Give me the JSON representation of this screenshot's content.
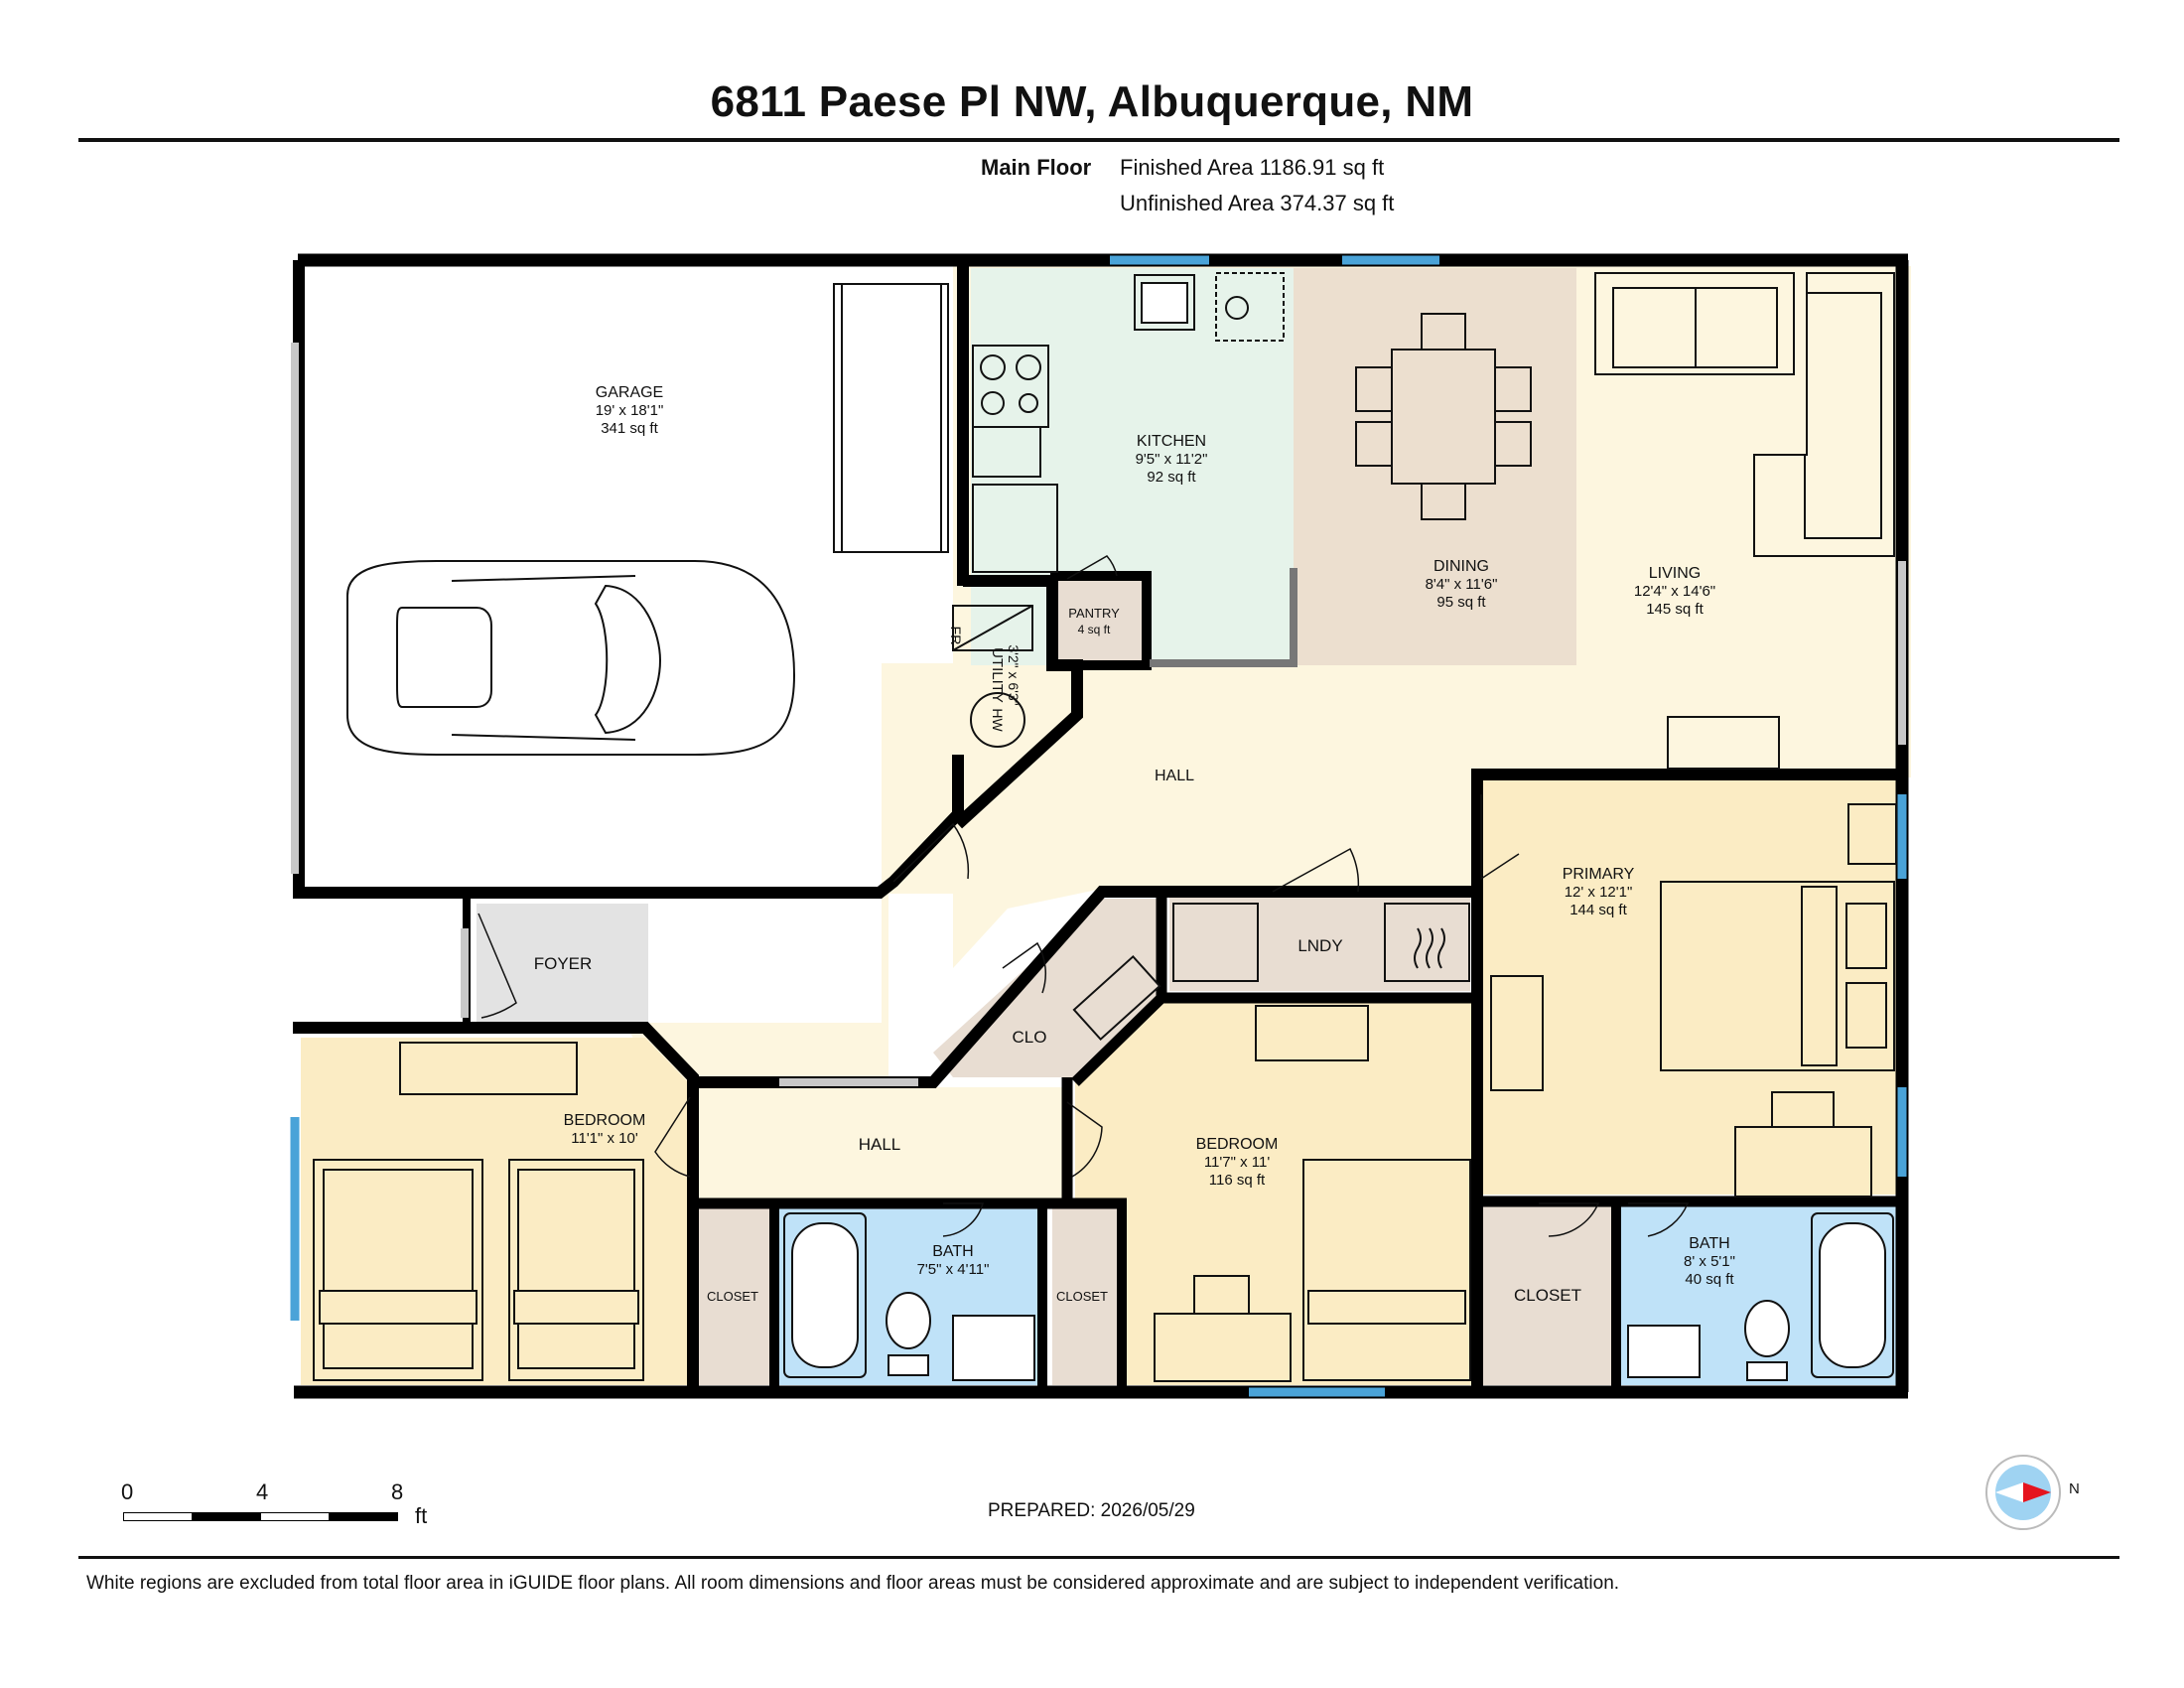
{
  "header": {
    "title": "6811 Paese Pl NW, Albuquerque, NM"
  },
  "area_summary": {
    "floor": "Main Floor",
    "finished": "Finished Area 1186.91 sq ft",
    "unfinished": "Unfinished Area 374.37 sq ft"
  },
  "rooms": {
    "garage": {
      "name": "GARAGE",
      "dims": "19' x 18'1\"",
      "area": "341 sq ft"
    },
    "kitchen": {
      "name": "KITCHEN",
      "dims": "9'5\" x 11'2\"",
      "area": "92 sq ft"
    },
    "dining": {
      "name": "DINING",
      "dims": "8'4\" x 11'6\"",
      "area": "95 sq ft"
    },
    "living": {
      "name": "LIVING",
      "dims": "12'4\" x 14'6\"",
      "area": "145 sq ft"
    },
    "pantry": {
      "name": "PANTRY",
      "area": "4 sq ft"
    },
    "utility": {
      "name": "UTILITY",
      "dims": "3'2\" x 6'3\""
    },
    "hall_main": {
      "name": "HALL"
    },
    "primary": {
      "name": "PRIMARY",
      "dims": "12' x 12'1\"",
      "area": "144 sq ft"
    },
    "foyer": {
      "name": "FOYER"
    },
    "lndy": {
      "name": "LNDY"
    },
    "clo": {
      "name": "CLO"
    },
    "bedroom_left": {
      "name": "BEDROOM",
      "dims": "11'1\" x 10'"
    },
    "hall_lower": {
      "name": "HALL"
    },
    "bedroom_mid": {
      "name": "BEDROOM",
      "dims": "11'7\" x 11'",
      "area": "116 sq ft"
    },
    "bath_left": {
      "name": "BATH",
      "dims": "7'5\" x 4'11\""
    },
    "bath_right": {
      "name": "BATH",
      "dims": "8' x 5'1\"",
      "area": "40 sq ft"
    },
    "closet_a": {
      "name": "CLOSET"
    },
    "closet_b": {
      "name": "CLOSET"
    },
    "closet_c": {
      "name": "CLOSET"
    }
  },
  "fixtures": {
    "fridge_label": "FR",
    "water_heater_label": "HW"
  },
  "scale_bar": {
    "ticks": [
      "0",
      "4",
      "8"
    ],
    "unit": "ft"
  },
  "compass": {
    "label": "N"
  },
  "footer": {
    "prepared": "PREPARED: 2026/05/29",
    "disclaimer": "White regions are excluded from total floor area in iGUIDE floor plans. All room dimensions and floor areas must be considered approximate and are subject to independent verification."
  },
  "colors": {
    "wall": "#000000",
    "kitchen": "#e6f3ea",
    "dining": "#ecdfcf",
    "living": "#fdf6df",
    "bedroom": "#fbecc4",
    "bath": "#bfe2f8",
    "closet": "#e8ddd2",
    "foyer": "#e3e3e3",
    "window": "#4aa3d8"
  }
}
